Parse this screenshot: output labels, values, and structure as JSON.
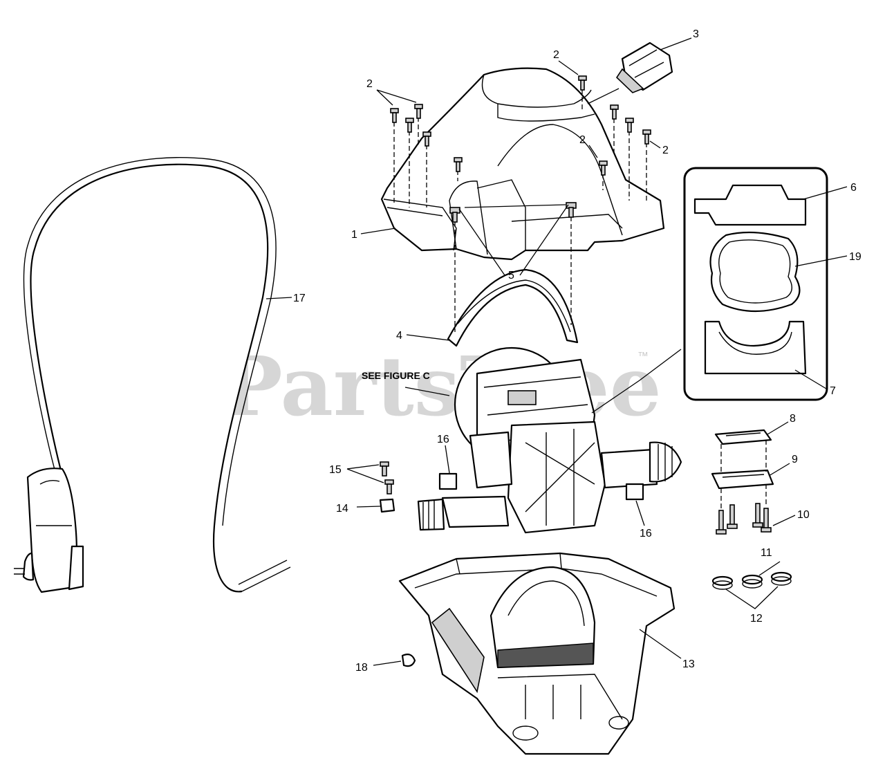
{
  "watermark": {
    "brand": "PartsTree",
    "trademark": "™"
  },
  "note": {
    "see_figure": "SEE FIGURE C"
  },
  "callouts": {
    "c1": "1",
    "c2a": "2",
    "c2b": "2",
    "c2c": "2",
    "c2d": "2",
    "c3": "3",
    "c4": "4",
    "c5": "5",
    "c6": "6",
    "c7": "7",
    "c8": "8",
    "c9": "9",
    "c10": "10",
    "c11": "11",
    "c12": "12",
    "c13": "13",
    "c14": "14",
    "c15": "15",
    "c16a": "16",
    "c16b": "16",
    "c17": "17",
    "c18": "18",
    "c19": "19"
  },
  "colors": {
    "line": "#000000",
    "background": "#ffffff",
    "watermark": "#c9c9c9"
  }
}
